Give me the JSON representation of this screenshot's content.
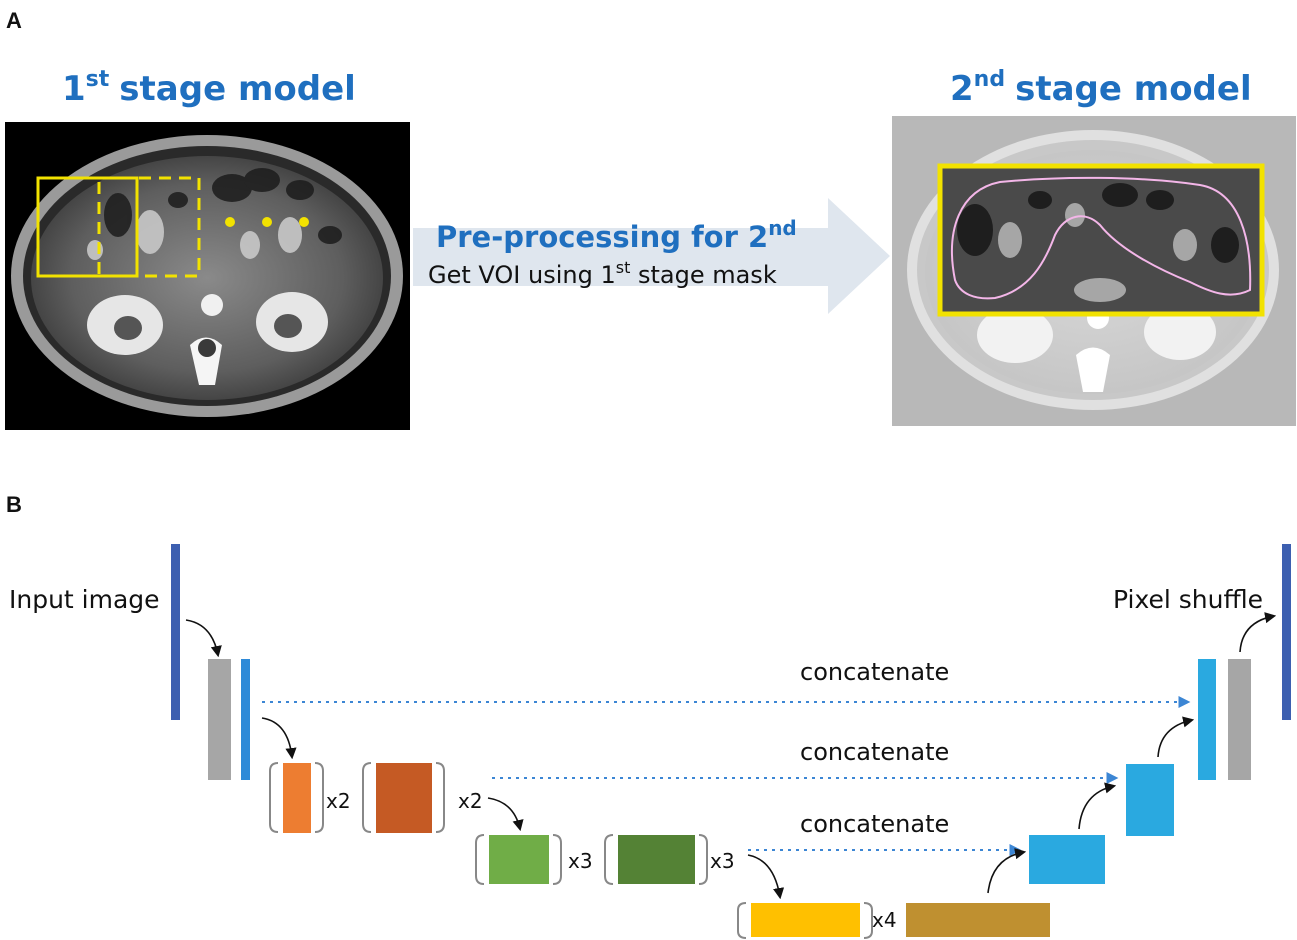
{
  "panel_a": {
    "letter": "A",
    "left_title": {
      "number": "1",
      "sup": "st",
      "rest": "stage model"
    },
    "right_title": {
      "number": "2",
      "sup": "nd",
      "rest": "stage model"
    },
    "arrow_title": {
      "main": "Pre-processing  for 2",
      "sup": "nd"
    },
    "arrow_subtitle": {
      "pre": "Get VOI using 1",
      "sup": "st",
      "post": " stage mask"
    }
  },
  "panel_b": {
    "letter": "B",
    "input_label": "Input image",
    "output_label": "Pixel shuffle",
    "concat_labels": [
      "concatenate",
      "concatenate",
      "concatenate"
    ],
    "repeat_labels": [
      "x2",
      "x2",
      "x3",
      "x3",
      "x4"
    ]
  },
  "colors": {
    "title_blue": "#1f6fbf",
    "dark_blue": "#3d5fb0",
    "light_blue": "#2aa9e0",
    "gray": "#a6a6a6",
    "orange": "#ed7d31",
    "dark_orange": "#c55a24",
    "green": "#70ad47",
    "dark_green": "#548235",
    "yellow": "#ffc000",
    "dark_yellow": "#bf9030",
    "highlight_yellow": "#f2e200",
    "arrow_fill": "#dfe6ee"
  }
}
